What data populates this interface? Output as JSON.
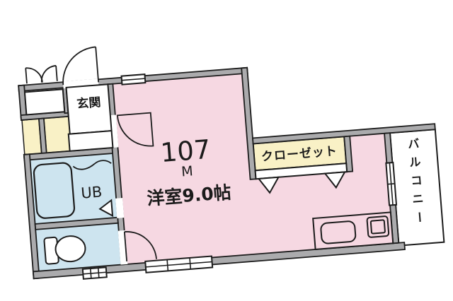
{
  "plan": {
    "unit_number": "107",
    "building_label": "M",
    "rooms": {
      "genkan": "玄関",
      "unit_bath": "UB",
      "main_room": "洋室9.0帖",
      "closet": "クローゼット",
      "balcony": "バルコニー"
    },
    "balcony_chars": [
      "バ",
      "ル",
      "コ",
      "ニ",
      "ー"
    ]
  },
  "colors": {
    "room-pink": "#f6d8e2",
    "wet-blue": "#cde4ef",
    "hall-yellow": "#f9f1c6",
    "wall-gray": "#ababad",
    "line": "#1c1c1c",
    "bg": "#ffffff"
  }
}
